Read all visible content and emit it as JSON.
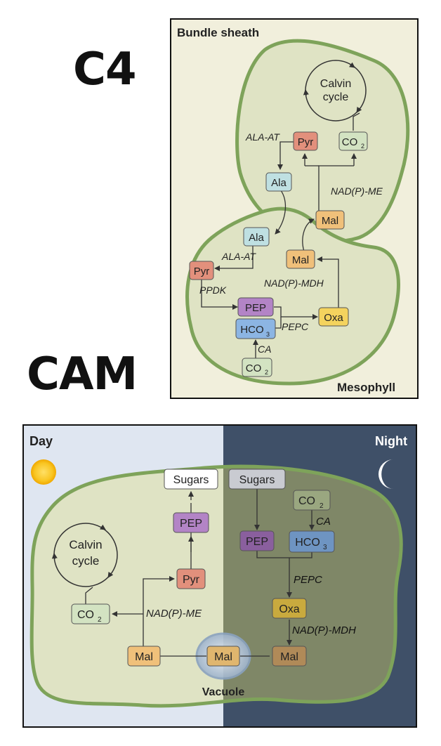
{
  "labels": {
    "c4": "C4",
    "cam": "CAM"
  },
  "c4_panel": {
    "bundle_sheath": "Bundle sheath",
    "mesophyll": "Mesophyll",
    "calvin_line1": "Calvin",
    "calvin_line2": "cycle",
    "nodes": {
      "pyr_bs": "Pyr",
      "co2_bs": "CO",
      "ala_bs": "Ala",
      "mal_bs": "Mal",
      "ala_m": "Ala",
      "mal_m": "Mal",
      "pyr_m": "Pyr",
      "pep": "PEP",
      "oxa": "Oxa",
      "hco3": "HCO",
      "co2_m": "CO"
    },
    "sub2": "2",
    "sub3": "3",
    "enzymes": {
      "alaat_bs": "ALA-AT",
      "nadpme": "NAD(P)-ME",
      "alaat_m": "ALA-AT",
      "nadpmdh": "NAD(P)-MDH",
      "ppdk": "PPDK",
      "pepc": "PEPC",
      "ca": "CA"
    }
  },
  "cam_panel": {
    "day": "Day",
    "night": "Night",
    "calvin_line1": "Calvin",
    "calvin_line2": "cycle",
    "vacuole": "Vacuole",
    "nodes": {
      "sugars_day": "Sugars",
      "sugars_night": "Sugars",
      "pep_day": "PEP",
      "pyr": "Pyr",
      "co2_day": "CO",
      "mal_left": "Mal",
      "mal_vac": "Mal",
      "mal_right": "Mal",
      "co2_night": "CO",
      "pep_night": "PEP",
      "hco3": "HCO",
      "oxa": "Oxa"
    },
    "sub2": "2",
    "sub3": "3",
    "enzymes": {
      "nadpme": "NAD(P)-ME",
      "ca": "CA",
      "pepc": "PEPC",
      "nadpmdh": "NAD(P)-MDH"
    }
  },
  "colors": {
    "panel_bg": "#f1efdc",
    "cell_fill": "#dfe3c4",
    "cell_stroke": "#7ea35a",
    "pyr": "#e2907c",
    "co2": "#d3e3c2",
    "ala": "#bfe0e2",
    "mal": "#f0c07a",
    "pep": "#b384c6",
    "oxa": "#f4d35e",
    "hco3": "#8cb5e3",
    "day_bg": "#dfe6f1",
    "night_bg": "#3f5068"
  }
}
